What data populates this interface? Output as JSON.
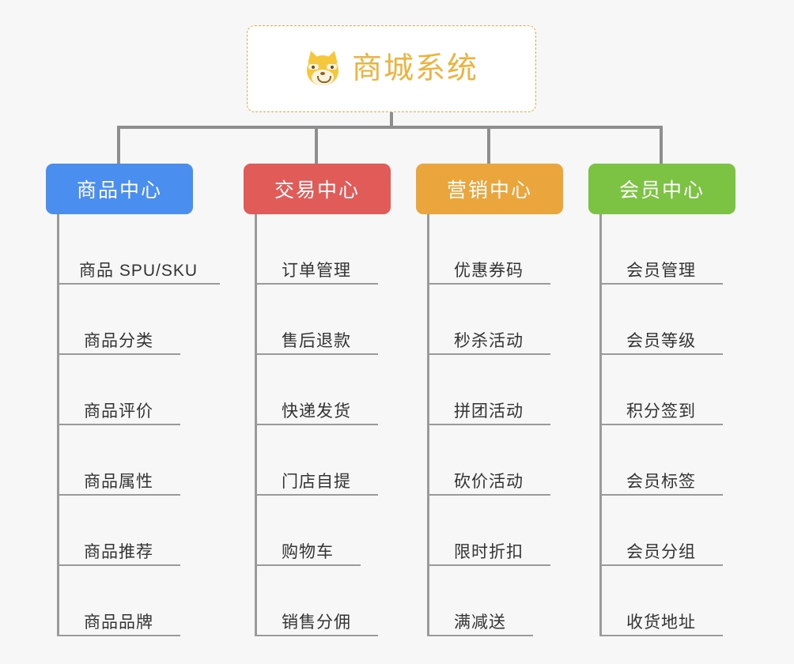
{
  "page": {
    "background_color": "#f7f7f7",
    "line_color": "#8e8e8e",
    "leaf_line_color": "#9a9a9a",
    "leaf_text_color": "#333333"
  },
  "root": {
    "title": "商城系统",
    "icon": "shiba-dog-emoji",
    "border_color": "#e9a73e",
    "text_color": "#eeb33e",
    "background": "#ffffff"
  },
  "branches": [
    {
      "label": "商品中心",
      "color": "#4a8ef0",
      "items": [
        "商品 SPU/SKU",
        "商品分类",
        "商品评价",
        "商品属性",
        "商品推荐",
        "商品品牌"
      ]
    },
    {
      "label": "交易中心",
      "color": "#e15b59",
      "items": [
        "订单管理",
        "售后退款",
        "快递发货",
        "门店自提",
        "购物车",
        "销售分佣"
      ]
    },
    {
      "label": "营销中心",
      "color": "#eaa63c",
      "items": [
        "优惠券码",
        "秒杀活动",
        "拼团活动",
        "砍价活动",
        "限时折扣",
        "满减送"
      ]
    },
    {
      "label": "会员中心",
      "color": "#7cc344",
      "items": [
        "会员管理",
        "会员等级",
        "积分签到",
        "会员标签",
        "会员分组",
        "收货地址"
      ]
    }
  ]
}
